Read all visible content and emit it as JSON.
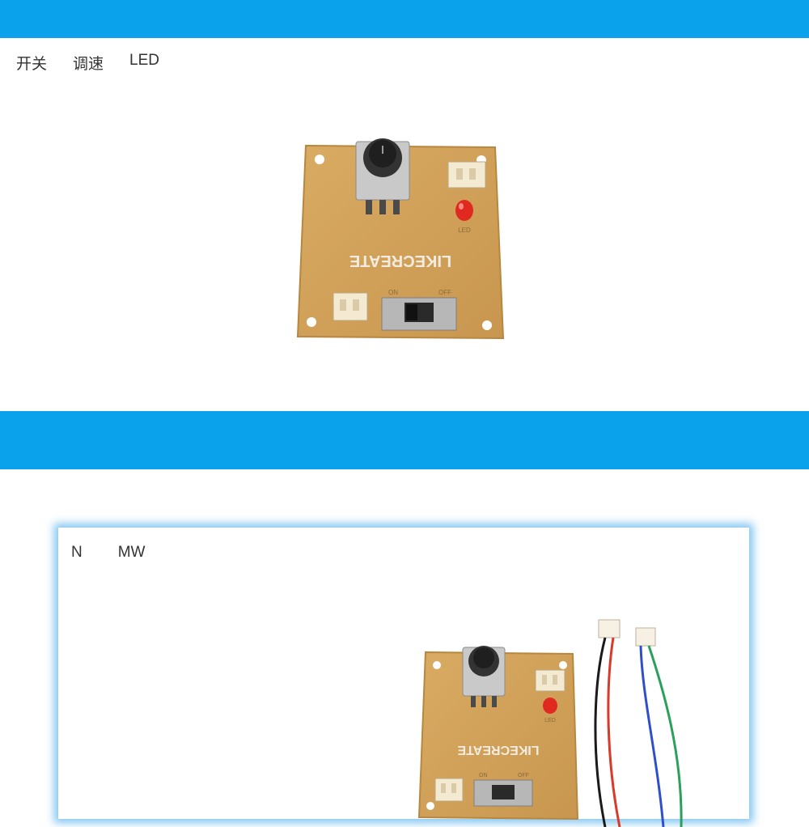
{
  "section1": {
    "labels": [
      "开关",
      "调速",
      "LED"
    ]
  },
  "section2": {
    "labels": [
      "N",
      "MW"
    ]
  },
  "board": {
    "brand": "LIKECREATE",
    "switch_on": "ON",
    "switch_off": "OFF",
    "led_label": "LED"
  },
  "colors": {
    "band": "#0aa2ea",
    "pcb": "#d2a35c",
    "wire_red": "#d83b2b",
    "wire_blue": "#2e4fcc",
    "wire_green": "#2aa05a"
  }
}
